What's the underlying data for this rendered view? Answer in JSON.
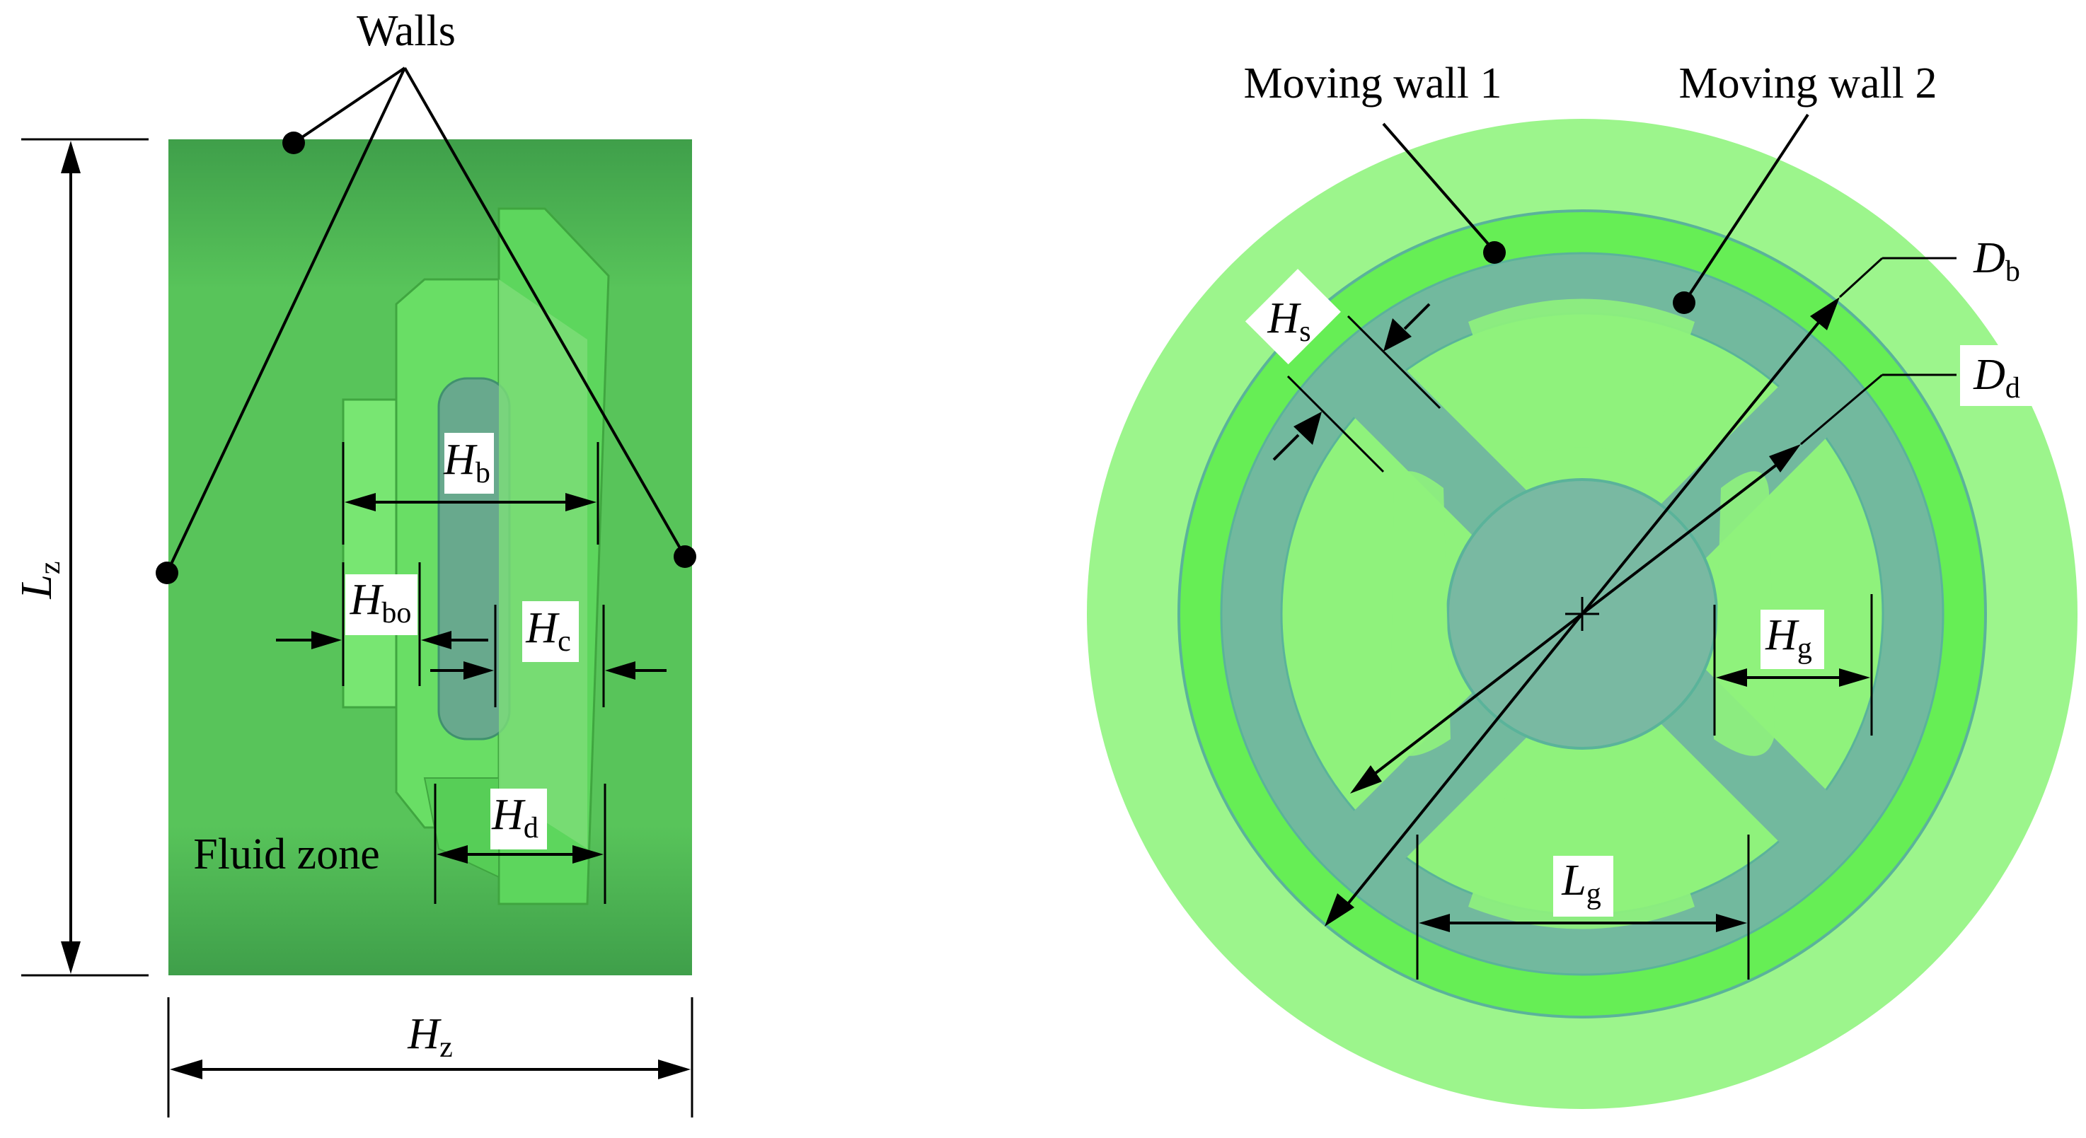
{
  "left_view": {
    "walls_label": "Walls",
    "fluid_zone_label": "Fluid zone",
    "dims": {
      "Lz": {
        "main": "L",
        "sub": "z"
      },
      "Hz": {
        "main": "H",
        "sub": "z"
      },
      "Hb": {
        "main": "H",
        "sub": "b"
      },
      "Hbo": {
        "main": "H",
        "sub": "bo"
      },
      "Hc": {
        "main": "H",
        "sub": "c"
      },
      "Hd": {
        "main": "H",
        "sub": "d"
      }
    }
  },
  "right_view": {
    "moving_wall_1_label": "Moving wall 1",
    "moving_wall_2_label": "Moving wall 2",
    "dims": {
      "Hs": {
        "main": "H",
        "sub": "s"
      },
      "Db": {
        "main": "D",
        "sub": "b"
      },
      "Dd": {
        "main": "D",
        "sub": "d"
      },
      "Hg": {
        "main": "H",
        "sub": "g"
      },
      "Lg": {
        "main": "L",
        "sub": "g"
      }
    }
  },
  "colors": {
    "fluid_green": "#4fc44f",
    "light_green": "#9cf58c",
    "bright_green": "#66ee55",
    "steel_grey": "#74b59c"
  }
}
